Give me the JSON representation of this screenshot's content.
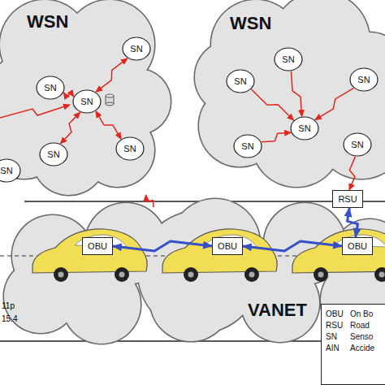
{
  "diagram": {
    "nodes": [
      {
        "text": [
          "WSN"
        ]
      },
      {
        "text": [
          "SN"
        ],
        "in": 0
      },
      {
        "text": [
          "SN"
        ],
        "in": 0
      },
      {
        "text": [
          "SN"
        ],
        "in": 0
      },
      {
        "text": [
          "SN"
        ],
        "in": 0
      },
      {
        "text": [
          "SN"
        ],
        "in": 0
      },
      {
        "text": [
          "SN"
        ],
        "in": 0
      },
      {
        "text": [
          "WSN"
        ]
      },
      {
        "text": [
          "SN"
        ],
        "in": 7
      },
      {
        "text": [
          "SN"
        ],
        "in": 7
      },
      {
        "text": [
          "SN"
        ],
        "in": 7
      },
      {
        "text": [
          "SN"
        ],
        "in": 7
      },
      {
        "text": [
          "SN"
        ],
        "in": 7
      },
      {
        "text": [
          "SN"
        ],
        "in": 7
      },
      {
        "text": [
          "RSU"
        ],
        "in": 7
      },
      {
        "text": [
          "VANET"
        ]
      },
      {
        "text": [
          "OBU"
        ],
        "in": 15
      },
      {
        "text": [
          "OBU"
        ],
        "in": 15
      },
      {
        "text": [
          "OBU"
        ],
        "in": 15
      },
      {
        "text": [
          "OBU",
          "On Bo",
          "RSU",
          "Road",
          "SN",
          "Senso",
          "AIN",
          "Accide"
        ]
      }
    ],
    "edges": [
      {
        "from": 1,
        "to": 3,
        "arrow": "both"
      },
      {
        "from": 2,
        "to": 3,
        "arrow": "both"
      },
      {
        "from": 4,
        "to": 3,
        "arrow": "both"
      },
      {
        "from": 5,
        "to": 3,
        "arrow": "both"
      },
      {
        "from": 8,
        "to": 11,
        "arrow": "to"
      },
      {
        "from": 9,
        "to": 11,
        "arrow": "to"
      },
      {
        "from": 10,
        "to": 11,
        "arrow": "to"
      },
      {
        "from": 12,
        "to": 11,
        "arrow": "to"
      },
      {
        "from": 13,
        "to": 14,
        "arrow": "to"
      },
      {
        "from": 15,
        "to": 0,
        "arrow": "to"
      },
      {
        "from": 14,
        "to": 18,
        "arrow": "both"
      },
      {
        "from": 16,
        "to": 17,
        "arrow": "both"
      },
      {
        "from": 17,
        "to": 18,
        "arrow": "both"
      }
    ],
    "labels": [
      "11p",
      "15.4"
    ]
  }
}
